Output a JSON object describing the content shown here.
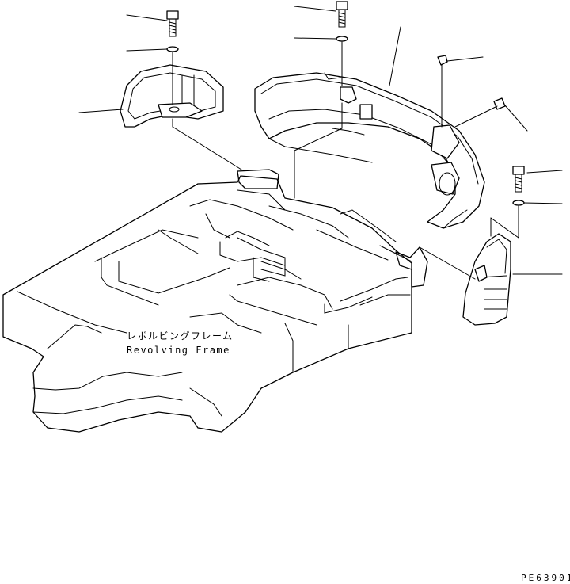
{
  "diagram": {
    "frame_label_jp": "レボルビングフレーム",
    "frame_label_en": "Revolving Frame",
    "drawing_code": "PE63901"
  }
}
